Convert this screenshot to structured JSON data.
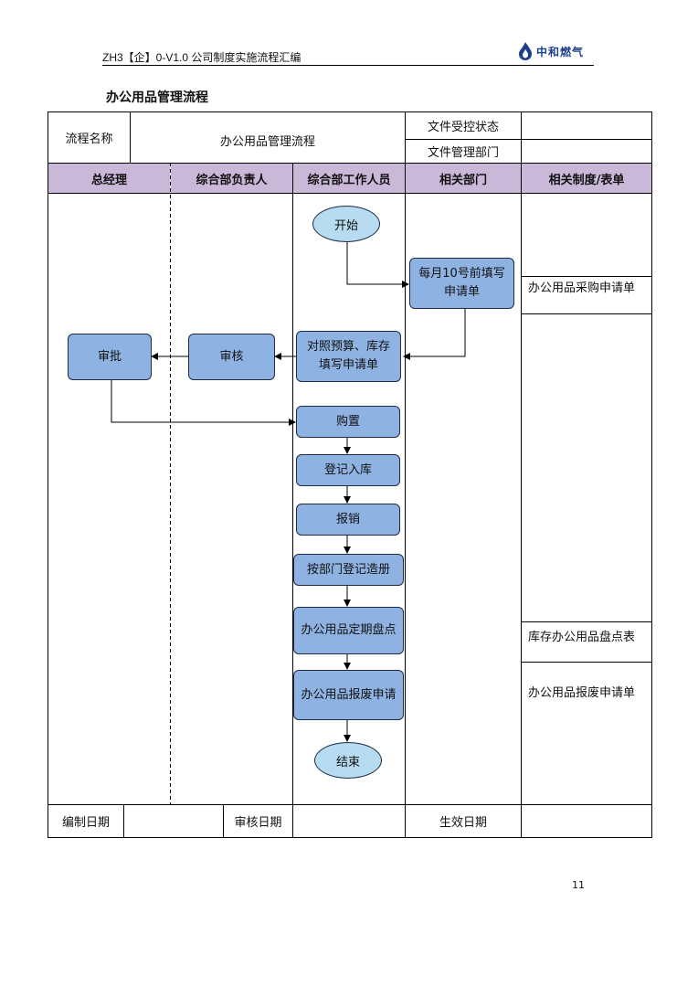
{
  "header": {
    "doc_code": "ZH3【企】0-V1.0 公司制度实施流程汇编",
    "logo_text": "中和燃气"
  },
  "doc_title": "办公用品管理流程",
  "info": {
    "process_name_label": "流程名称",
    "process_name_value": "办公用品管理流程",
    "control_status_label": "文件受控状态",
    "control_status_value": "",
    "dept_label": "文件管理部门",
    "dept_value": ""
  },
  "lanes": [
    "总经理",
    "综合部负责人",
    "综合部工作人员",
    "相关部门",
    "相关制度/表单"
  ],
  "nodes": {
    "start": "开始",
    "fill_request": "每月10号前填写申请单",
    "check_budget": "对照预算、库存填写申请单",
    "review": "审核",
    "approve": "审批",
    "purchase": "购置",
    "register_in": "登记入库",
    "reimburse": "报销",
    "register_dept": "按部门登记造册",
    "inventory": "办公用品定期盘点",
    "scrap": "办公用品报废申请",
    "end": "结束"
  },
  "related_forms": {
    "purchase_form": "办公用品采购申请单",
    "inventory_form": "库存办公用品盘点表",
    "scrap_form": "办公用品报废申请单"
  },
  "footer": {
    "compile_date_label": "编制日期",
    "compile_date_value": "",
    "review_date_label": "审核日期",
    "review_date_value": "",
    "effective_date_label": "生效日期",
    "effective_date_value": ""
  },
  "page_number": "11"
}
